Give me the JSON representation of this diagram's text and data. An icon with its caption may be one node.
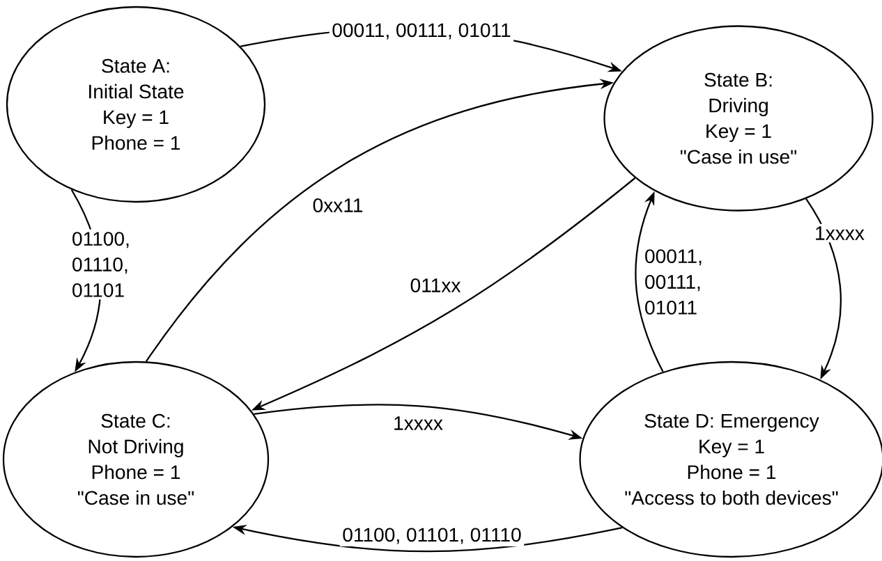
{
  "diagram": {
    "nodes": [
      {
        "text": [
          "State A:",
          "Initial State",
          "Key = 1",
          "Phone = 1"
        ]
      },
      {
        "text": [
          "State B:",
          "Driving",
          "Key = 1",
          "\"Case in use\""
        ]
      },
      {
        "text": [
          "State C:",
          "Not Driving",
          "Phone = 1",
          "\"Case in use\""
        ]
      },
      {
        "text": [
          "State D: Emergency",
          "Key = 1",
          "Phone = 1",
          "\"Access to both devices\""
        ]
      }
    ],
    "edges": [
      {
        "from": 0,
        "to": 1,
        "arrow": "to",
        "label": "00011, 00111, 01011"
      },
      {
        "from": 2,
        "to": 1,
        "arrow": "to",
        "label": "0xx11"
      },
      {
        "from": 1,
        "to": 2,
        "arrow": "to",
        "label": "011xx"
      },
      {
        "from": 0,
        "to": 2,
        "arrow": "to",
        "label": "01100, 01110, 01101"
      },
      {
        "from": 1,
        "to": 3,
        "arrow": "to",
        "label": "1xxxx"
      },
      {
        "from": 3,
        "to": 1,
        "arrow": "to",
        "label": "00011, 00111, 01011"
      },
      {
        "from": 2,
        "to": 3,
        "arrow": "to",
        "label": "1xxxx"
      },
      {
        "from": 3,
        "to": 2,
        "arrow": "to",
        "label": "01100, 01101, 01110"
      }
    ]
  }
}
